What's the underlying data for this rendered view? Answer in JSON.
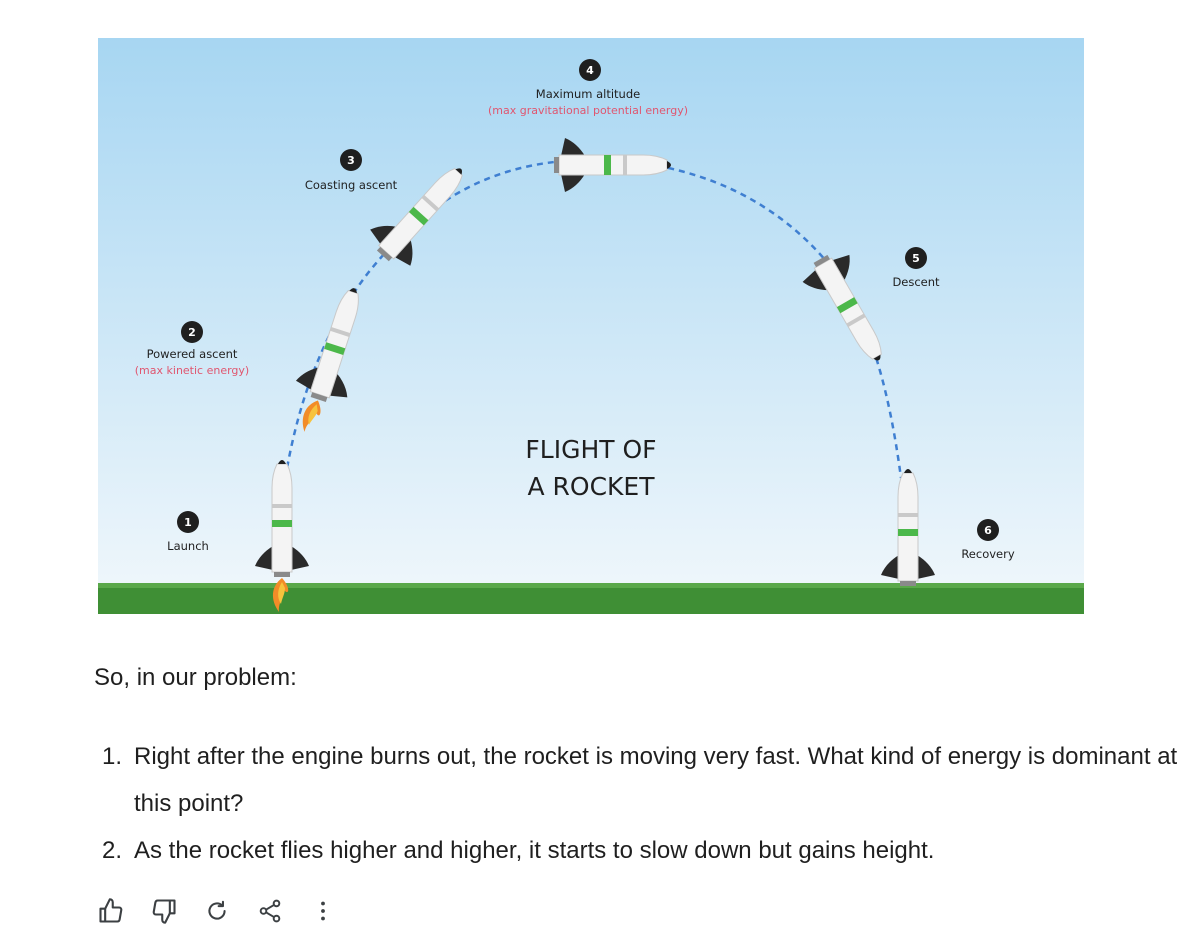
{
  "figure": {
    "title_line1": "FLIGHT OF",
    "title_line2": "A ROCKET",
    "stages": [
      {
        "num": "1",
        "label": "Launch",
        "sub": ""
      },
      {
        "num": "2",
        "label": "Powered ascent",
        "sub": "(max kinetic energy)"
      },
      {
        "num": "3",
        "label": "Coasting ascent",
        "sub": ""
      },
      {
        "num": "4",
        "label": "Maximum altitude",
        "sub": "(max gravitational potential energy)"
      },
      {
        "num": "5",
        "label": "Descent",
        "sub": ""
      },
      {
        "num": "6",
        "label": "Recovery",
        "sub": ""
      }
    ],
    "colors": {
      "sky_top": "#a7d6f2",
      "sky_bottom": "#eef6fb",
      "ground": "#3f8f35",
      "trajectory": "#3f7fd1",
      "highlight_text": "#e0566f",
      "rocket_band": "#4cb84a"
    }
  },
  "response": {
    "intro": "So, in our problem:",
    "items": [
      {
        "num": "1.",
        "text": "Right after the engine burns out, the rocket is moving very fast. What kind of energy is dominant at this point?"
      },
      {
        "num": "2.",
        "text": "As the rocket flies higher and higher, it starts to slow down but gains height."
      }
    ]
  },
  "actions": [
    {
      "name": "thumbs-up-icon",
      "label": "Good response"
    },
    {
      "name": "thumbs-down-icon",
      "label": "Bad response"
    },
    {
      "name": "regenerate-icon",
      "label": "Redo"
    },
    {
      "name": "share-icon",
      "label": "Share"
    },
    {
      "name": "more-options-icon",
      "label": "More"
    }
  ]
}
